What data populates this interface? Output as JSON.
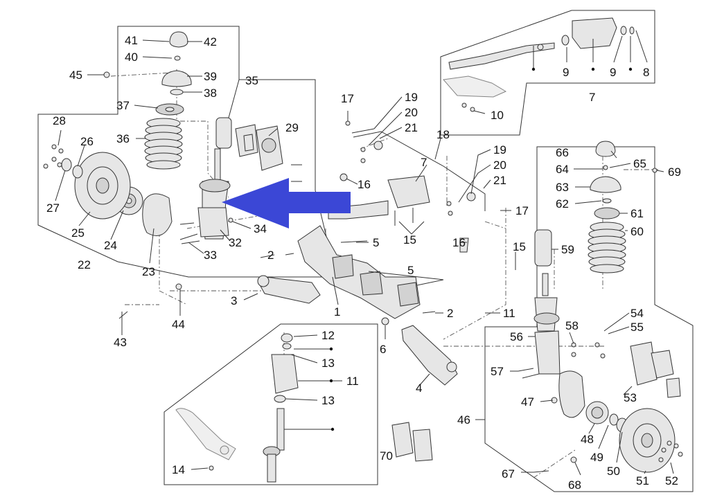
{
  "callouts": [
    "1",
    "2",
    "2",
    "3",
    "4",
    "5",
    "5",
    "6",
    "7",
    "7",
    "8",
    "9",
    "9",
    "10",
    "11",
    "11",
    "12",
    "13",
    "13",
    "14",
    "15",
    "15",
    "16",
    "16",
    "17",
    "17",
    "18",
    "19",
    "19",
    "20",
    "20",
    "21",
    "21",
    "22",
    "23",
    "24",
    "25",
    "26",
    "27",
    "28",
    "29",
    "32",
    "33",
    "34",
    "35",
    "36",
    "37",
    "38",
    "39",
    "40",
    "41",
    "42",
    "43",
    "44",
    "45",
    "46",
    "47",
    "48",
    "49",
    "50",
    "51",
    "52",
    "53",
    "54",
    "55",
    "56",
    "57",
    "58",
    "59",
    "60",
    "61",
    "62",
    "63",
    "64",
    "65",
    "66",
    "67",
    "68",
    "69",
    "70"
  ],
  "colors": {
    "arrow": "#3b47d6",
    "line": "#333333",
    "part_fill": "#e6e6e6"
  },
  "icons": {
    "pointer": "left-arrow-icon"
  }
}
